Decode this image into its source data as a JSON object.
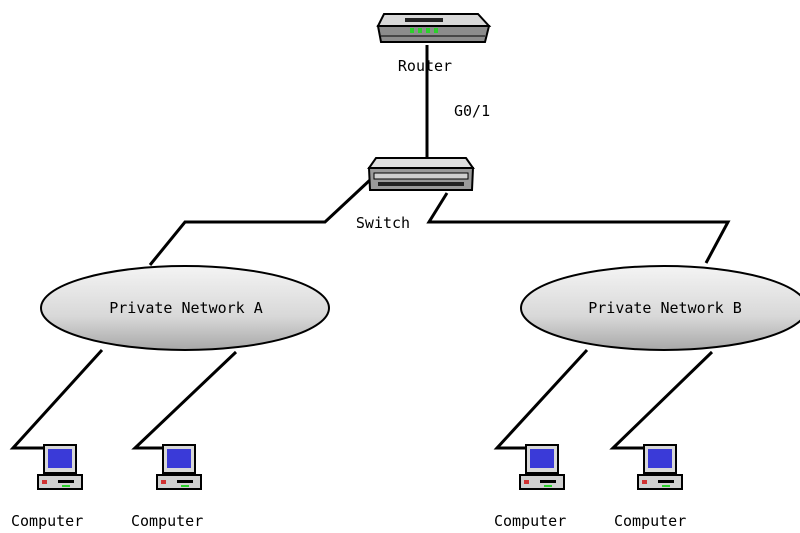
{
  "diagram": {
    "router": {
      "label": "Router",
      "port": "G0/1"
    },
    "switch": {
      "label": "Switch"
    },
    "networks": [
      {
        "label": "Private Network A",
        "computers": [
          {
            "label": "Computer"
          },
          {
            "label": "Computer"
          }
        ]
      },
      {
        "label": "Private Network B",
        "computers": [
          {
            "label": "Computer"
          },
          {
            "label": "Computer"
          }
        ]
      }
    ]
  }
}
